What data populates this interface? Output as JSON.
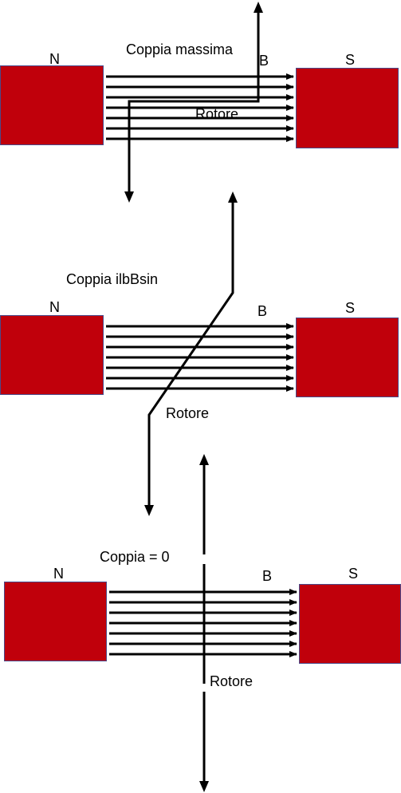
{
  "colors": {
    "magnet": "#c0000b",
    "magnet_border": "#4a4a8a",
    "line": "#000000"
  },
  "panels": [
    {
      "title": "Coppia massima",
      "north": "N",
      "south": "S",
      "field": "B",
      "rotor": "Rotore"
    },
    {
      "title": "Coppia ilbBsin",
      "north": "N",
      "south": "S",
      "field": "B",
      "rotor": "Rotore"
    },
    {
      "title": "Coppia = 0",
      "north": "N",
      "south": "S",
      "field": "B",
      "rotor": "Rotore"
    }
  ]
}
